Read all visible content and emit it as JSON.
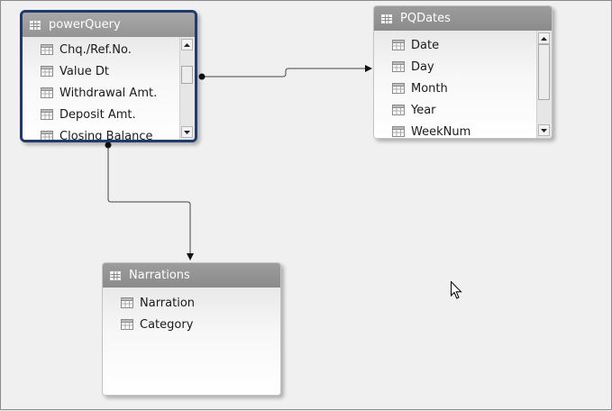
{
  "tables": {
    "powerquery": {
      "title": "powerQuery",
      "fields": [
        "Chq./Ref.No.",
        "Value Dt",
        "Withdrawal Amt.",
        "Deposit Amt.",
        "Closing Balance"
      ]
    },
    "pqdates": {
      "title": "PQDates",
      "fields": [
        "Date",
        "Day",
        "Month",
        "Year",
        "WeekNum"
      ]
    },
    "narrations": {
      "title": "Narrations",
      "fields": [
        "Narration",
        "Category"
      ]
    }
  },
  "colors": {
    "selected_border": "#1f3a6e",
    "header": "#8f8f8f",
    "connector": "#333333"
  },
  "icons": {
    "table_header": "table-icon",
    "column": "column-icon",
    "cursor": "mouse-pointer-icon"
  }
}
